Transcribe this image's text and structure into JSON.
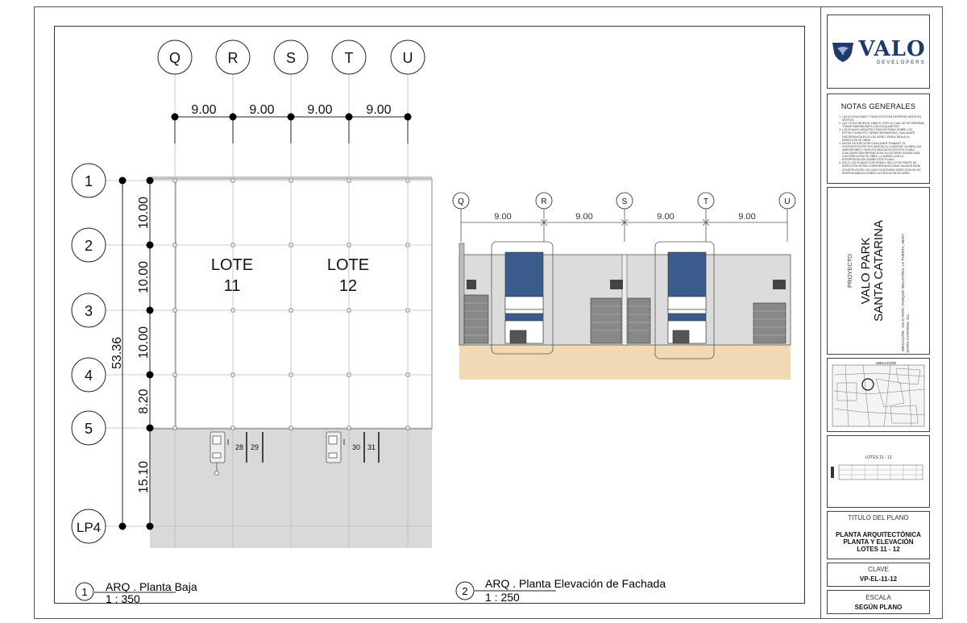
{
  "plan": {
    "columns": [
      "Q",
      "R",
      "S",
      "T",
      "U"
    ],
    "col_dims": [
      "9.00",
      "9.00",
      "9.00",
      "9.00"
    ],
    "rows": [
      "1",
      "2",
      "3",
      "4",
      "5",
      "LP4"
    ],
    "row_dims": [
      "10.00",
      "10.00",
      "10.00",
      "8.20",
      "15.10"
    ],
    "total_dim": "53.36",
    "lots": [
      {
        "word": "LOTE",
        "number": "11"
      },
      {
        "word": "LOTE",
        "number": "12"
      }
    ],
    "parking": [
      "28",
      "29",
      "30",
      "31"
    ],
    "view1": {
      "number": "1",
      "title": "ARQ . Planta Baja",
      "scale": "1 : 350"
    }
  },
  "elevation": {
    "columns": [
      "Q",
      "R",
      "S",
      "T",
      "U"
    ],
    "col_dims": [
      "9.00",
      "9.00",
      "9.00",
      "9.00"
    ],
    "view2": {
      "number": "2",
      "title": "ARQ . Planta Elevación de Fachada",
      "scale": "1 : 250"
    }
  },
  "titleblock": {
    "logo_word": "VALO",
    "logo_sub": "DEVELOPERS",
    "notes_title": "NOTAS GENERALES",
    "notes": [
      "LAS ACOTACIONES Y NIVELES ESTÁN REFERENCIADOS EN METROS.",
      "LAS COTAS RIGEN AL DIBUJO, POR LO CUAL NO SE DEBERÁN TOMAR DIMENSIONES CON ESCALÍMETRO.",
      "LOS PLANOS ARQUITECTÓNICOS RIGEN SOBRE LOS ESTRUCTURALES Y DEMÁS INGENIERÍAS. CUALQUIER DISCREPANCIA EN ELLAS SERÁ CONSULTADA A LA DIRECCIÓN DE OBRA.",
      "ANTES DE EJECUTAR CUALQUIER TRABAJO, EL CONTRATISTA RECTIFICARÁ EN EL LUGAR DE LA OBRA LAS DIMENSIONES Y NIVELES INDICADOS EN ESTE PLANO. CUALQUIER DISCREPANCIA EN ELLAS SERÁ CONSULTADA CON DIRECCIÓN DE OBRA, LO MISMO CON LA INTERPRETACIÓN SOBRE ESTE PLANO.",
      "SOLO LOS PLANOS CON FIRMA Y SELLO POR PARTE DE DIRECCIÓN SERÁN CONSIDERADOS COMO VÁLIDOS PARA CONSTRUCCIÓN. EN CASO CONTRARIO DIRECCIÓN NO SE RESPONSABILIZA SOBRE LA EJECUCIÓN EN OBRA."
    ],
    "proyecto_label": "PROYECTO",
    "project_line1": "VALO PARK",
    "project_line2": "SANTA CATARINA",
    "ubicacion_line1": "UBICACIÓN : VALO PARK, PARQUE INDUSTRIAL LA PUERTA, 66357",
    "ubicacion_line2": "SANTA CATARINA, N.L.",
    "map_label": "UBICACIÓN",
    "lotes_label": "LOTES  11 - 12",
    "titulo_label": "TITULO DEL PLANO",
    "titulo_line1": "PLANTA ARQUITECTÓNICA",
    "titulo_line2": "PLANTA Y ELEVACIÓN",
    "titulo_line3": "LOTES 11 - 12",
    "clave_label": "CLAVE",
    "clave_value": "VP-EL-11-12",
    "escala_label": "ESCALA",
    "escala_value": "SEGÚN PLANO"
  },
  "colors": {
    "brand": "#1e3a6e",
    "facade_blue": "#3a5b8c",
    "ground": "#f0d9b4",
    "paved": "#d9d9d9"
  }
}
